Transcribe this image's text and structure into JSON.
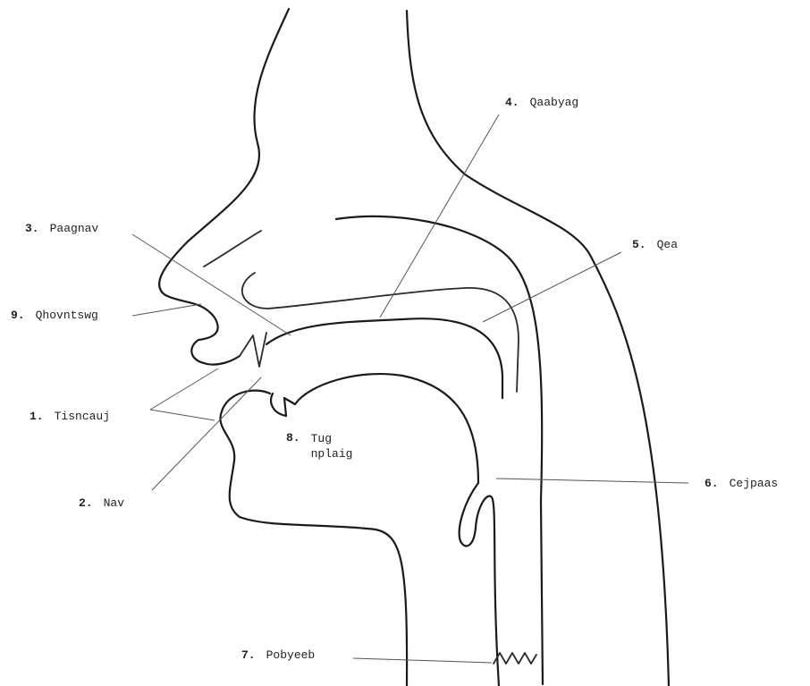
{
  "labels": [
    {
      "id": "lips",
      "number": "1.",
      "text": "Tisncauj"
    },
    {
      "id": "teeth",
      "number": "2.",
      "text": "Nav"
    },
    {
      "id": "alveolar",
      "number": "3.",
      "text": "Paagnav"
    },
    {
      "id": "hard-palate",
      "number": "4.",
      "text": "Qaabyag"
    },
    {
      "id": "soft-palate",
      "number": "5.",
      "text": "Qea"
    },
    {
      "id": "pharynx",
      "number": "6.",
      "text": "Cejpaas"
    },
    {
      "id": "larynx",
      "number": "7.",
      "text": "Pobyeeb"
    },
    {
      "id": "tongue",
      "number": "8.",
      "text_line1": "Tug",
      "text_line2": "nplaig"
    },
    {
      "id": "nasal",
      "number": "9.",
      "text": "Qhovntswg"
    }
  ],
  "colors": {
    "ink": "#1a1a1a",
    "background": "#ffffff"
  }
}
